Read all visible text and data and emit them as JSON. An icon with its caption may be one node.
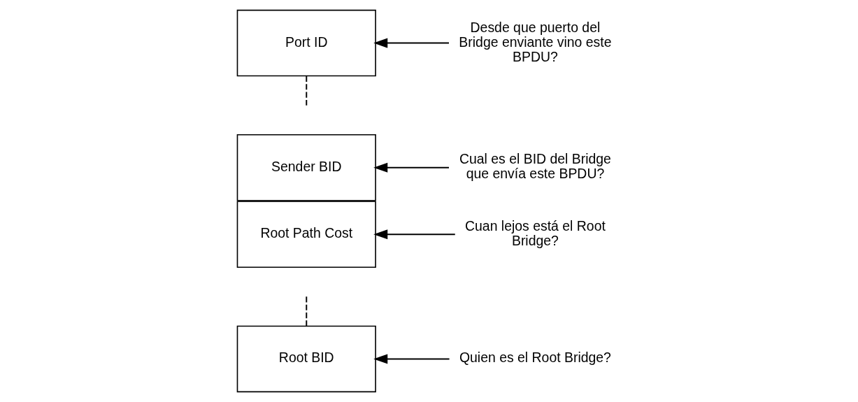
{
  "diagram": {
    "nodes": [
      {
        "text": [
          "Root BID"
        ]
      },
      {
        "text": [
          "Root Path Cost"
        ]
      },
      {
        "text": [
          "Sender BID"
        ]
      },
      {
        "text": [
          "Port ID"
        ]
      },
      {
        "text": [
          "Quien es el Root Bridge?"
        ]
      },
      {
        "text": [
          "Cuan lejos está el Root Bridge?"
        ]
      },
      {
        "text": [
          "Cual es el BID del Bridge que envía este BPDU?"
        ]
      },
      {
        "text": [
          "Desde que puerto del Bridge enviante vino este BPDU?"
        ]
      }
    ],
    "edges": [
      {
        "from": null,
        "to": 0,
        "arrow": "none",
        "style": "dashed"
      },
      {
        "from": 3,
        "to": null,
        "arrow": "none",
        "style": "dashed"
      },
      {
        "from": 4,
        "to": 0,
        "arrow": "to"
      },
      {
        "from": 5,
        "to": 1,
        "arrow": "to"
      },
      {
        "from": 6,
        "to": 2,
        "arrow": "to"
      },
      {
        "from": 7,
        "to": 3,
        "arrow": "to"
      }
    ]
  }
}
